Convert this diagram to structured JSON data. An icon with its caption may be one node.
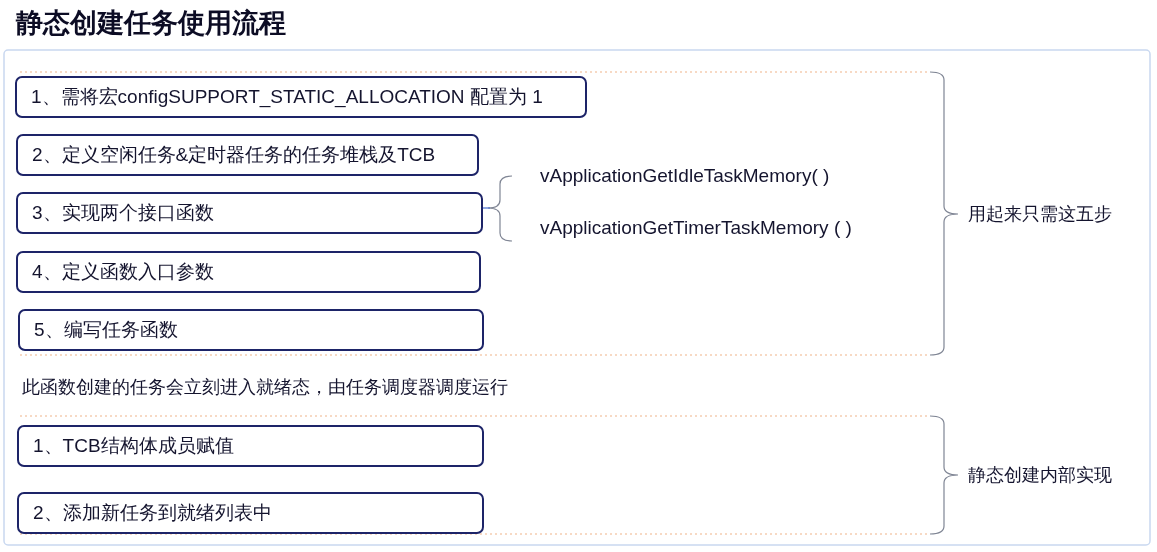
{
  "diagram": {
    "title": "静态创建任务使用流程",
    "nodes": [
      {
        "text": [
          "1、需将宏configSUPPORT_STATIC_ALLOCATION 配置为 1"
        ]
      },
      {
        "text": [
          "2、定义空闲任务&定时器任务的任务堆栈及TCB"
        ]
      },
      {
        "text": [
          "3、实现两个接口函数"
        ]
      },
      {
        "text": [
          "4、定义函数入口参数"
        ]
      },
      {
        "text": [
          "5、编写任务函数"
        ]
      },
      {
        "text": [
          "1、TCB结构体成员赋值"
        ]
      },
      {
        "text": [
          "2、添加新任务到就绪列表中"
        ]
      }
    ],
    "labels": [
      "vApplicationGetIdleTaskMemory( )",
      "vApplicationGetTimerTaskMemory ( )",
      "用起来只需这五步",
      "此函数创建的任务会立刻进入就绪态，由任务调度器调度运行",
      "静态创建内部实现"
    ]
  }
}
